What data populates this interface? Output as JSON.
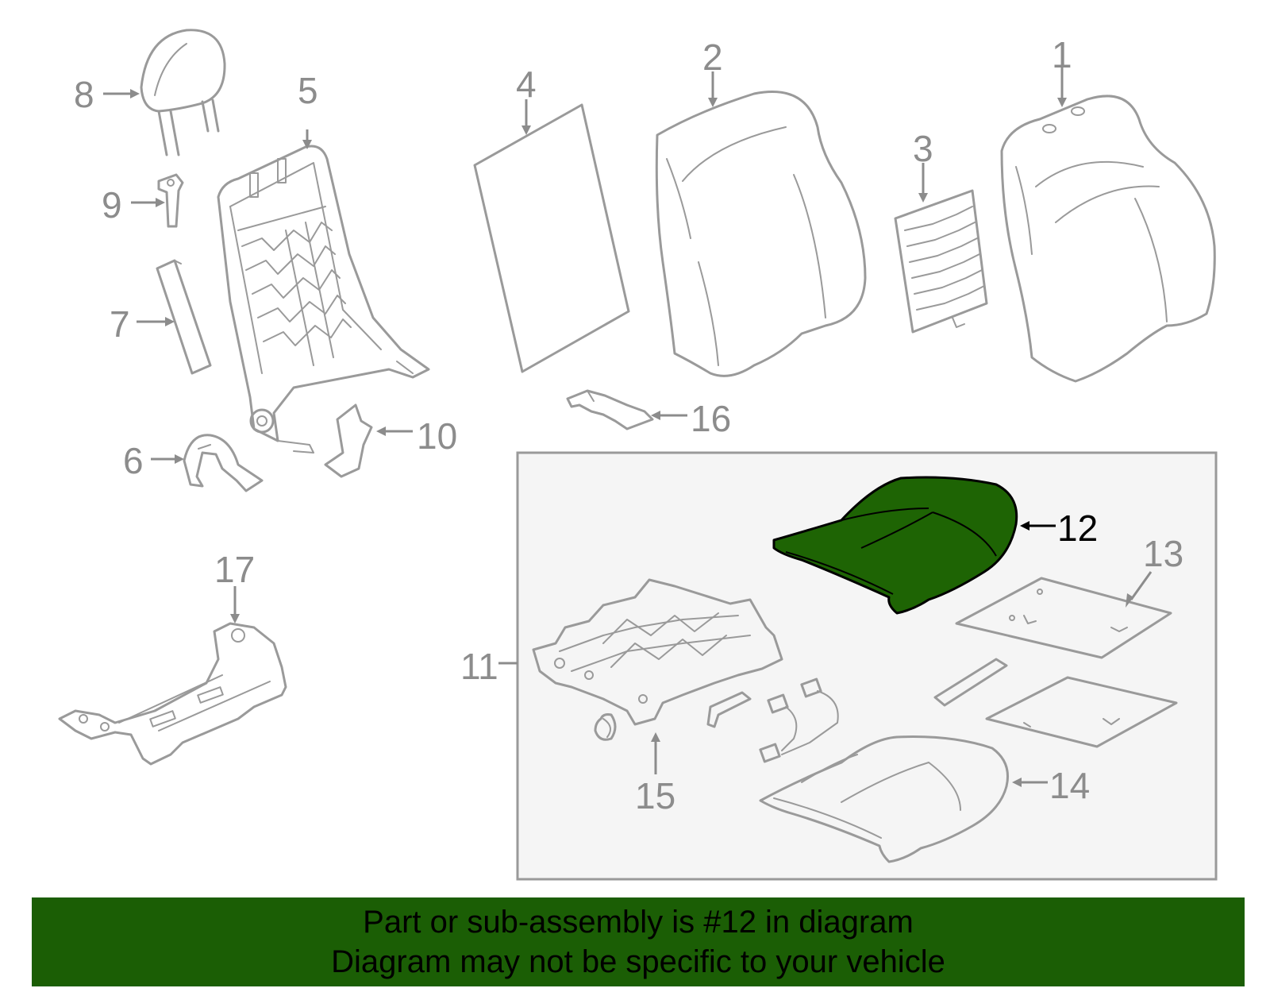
{
  "diagram": {
    "callouts": {
      "p1": "1",
      "p2": "2",
      "p3": "3",
      "p4": "4",
      "p5": "5",
      "p6": "6",
      "p7": "7",
      "p8": "8",
      "p9": "9",
      "p10": "10",
      "p11": "11",
      "p12": "12",
      "p13": "13",
      "p14": "14",
      "p15": "15",
      "p16": "16",
      "p17": "17"
    },
    "highlighted_part": "12",
    "colors": {
      "highlight_fill": "#1e6404",
      "part_stroke": "#9a9a9a",
      "label_gray": "#8c8c8c",
      "subassembly_bg": "#f5f5f5",
      "banner_bg": "#1b5e05"
    }
  },
  "banner": {
    "line1": "Part or sub-assembly is #12 in diagram",
    "line2": "Diagram may not be specific to your vehicle"
  }
}
